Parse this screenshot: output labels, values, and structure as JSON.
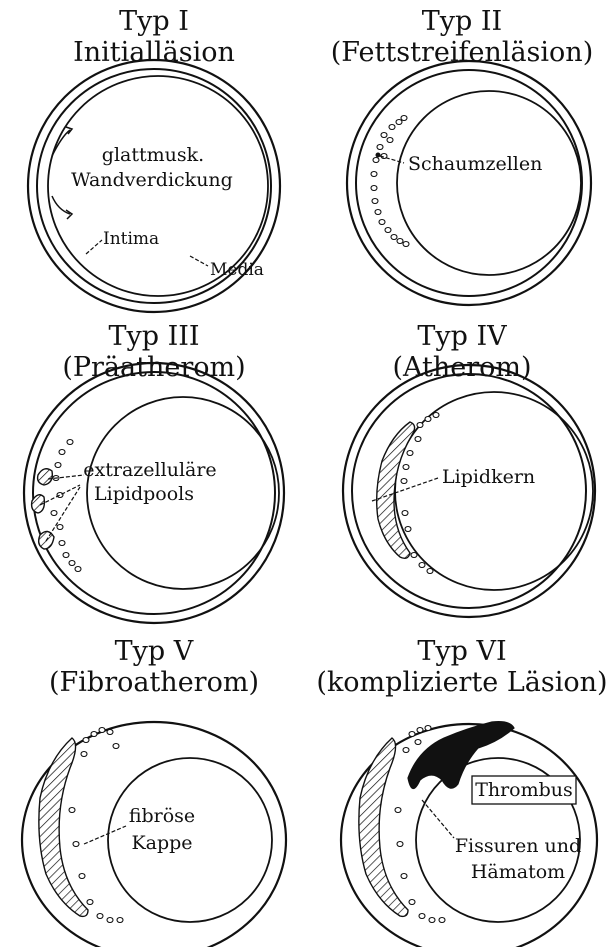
{
  "panels": [
    {
      "title_line1": "Typ I",
      "title_line2": "Initialläsion",
      "labels": {
        "wall": "glattmusk.",
        "wall2": "Wandverdickung",
        "intima": "Intima",
        "media": "Media"
      }
    },
    {
      "title_line1": "Typ II",
      "title_line2": "(Fettstreifenläsion)",
      "labels": {
        "foam": "Schaumzellen"
      }
    },
    {
      "title_line1": "Typ III",
      "title_line2": "(Präatherom)",
      "labels": {
        "pools1": "extrazelluläre",
        "pools2": "Lipidpools"
      }
    },
    {
      "title_line1": "Typ IV",
      "title_line2": "(Atherom)",
      "labels": {
        "core": "Lipidkern"
      }
    },
    {
      "title_line1": "Typ V",
      "title_line2": "(Fibroatherom)",
      "labels": {
        "cap1": "fibröse",
        "cap2": "Kappe"
      }
    },
    {
      "title_line1": "Typ VI",
      "title_line2": "(komplizierte Läsion)",
      "labels": {
        "thrombus": "Thrombus",
        "fiss1": "Fissuren und",
        "fiss2": "Hämatom"
      }
    }
  ]
}
